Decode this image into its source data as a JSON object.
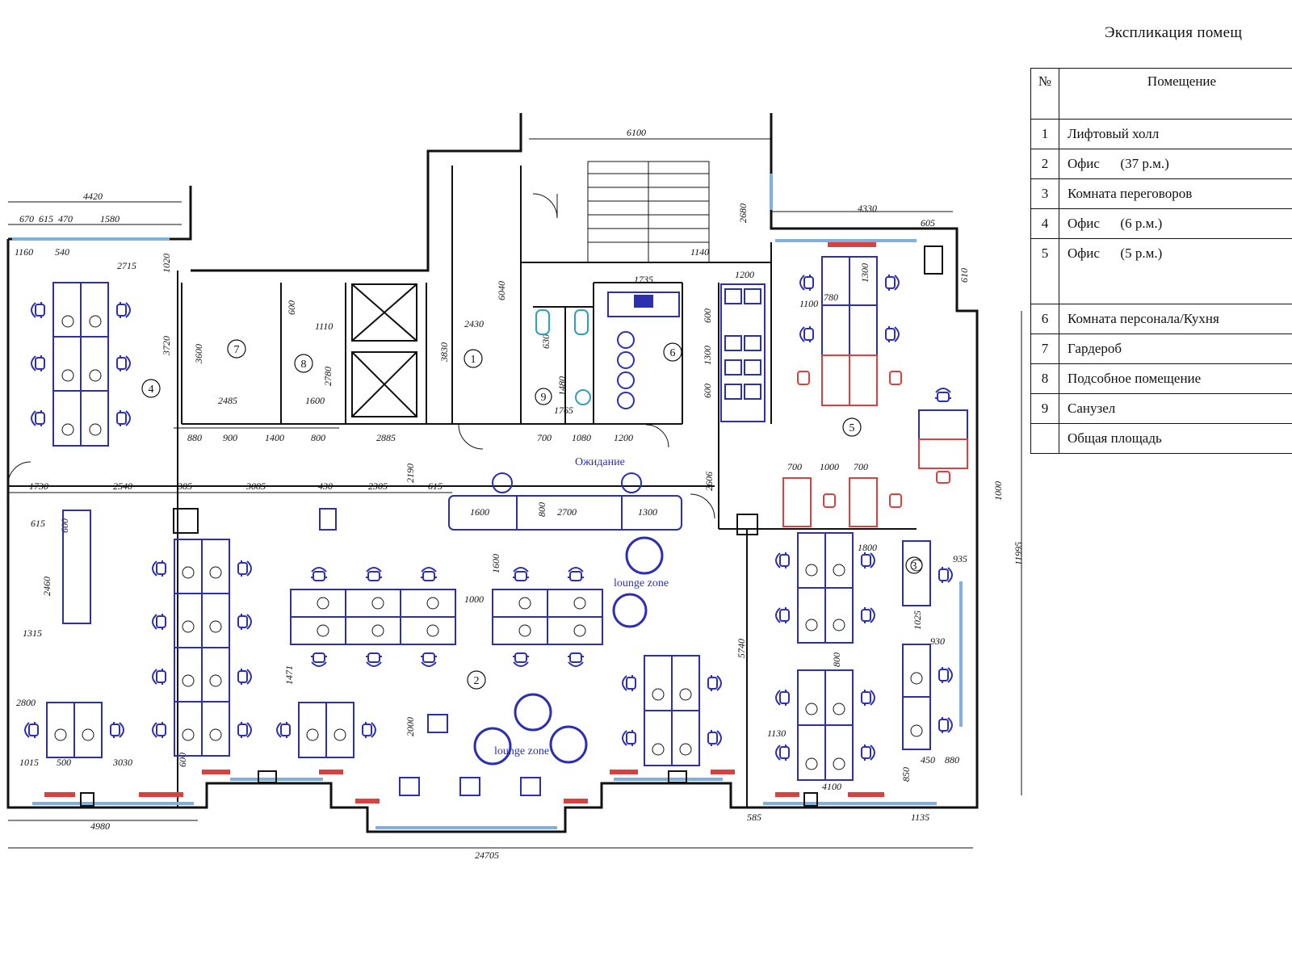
{
  "legend": {
    "title": "Экспликация помещ",
    "header": {
      "num": "№",
      "room": "Помещение"
    },
    "rows": [
      {
        "num": "1",
        "name": "Лифтовый холл"
      },
      {
        "num": "2",
        "name": "Офис      (37 р.м.)"
      },
      {
        "num": "3",
        "name": "Комната переговоров"
      },
      {
        "num": "4",
        "name": "Офис      (6 р.м.)"
      },
      {
        "num": "5",
        "name": "Офис      (5 р.м.)"
      },
      {
        "num": "6",
        "name": "Комната персонала/Кухня"
      },
      {
        "num": "7",
        "name": "Гардероб"
      },
      {
        "num": "8",
        "name": "Подсобное помещение"
      },
      {
        "num": "9",
        "name": "Санузел"
      },
      {
        "num": "",
        "name": "Общая площадь"
      }
    ]
  },
  "plan": {
    "labels": {
      "reception": "Ожидание",
      "lounge_top": "lounge zone",
      "lounge_bottom": "lounge zone"
    },
    "room_numbers": [
      "1",
      "2",
      "3",
      "4",
      "5",
      "6",
      "7",
      "8",
      "9"
    ],
    "dimensions": {
      "top_6100": "6100",
      "left_4420": "4420",
      "left_670": "670",
      "left_615": "615",
      "left_470": "470",
      "left_1580": "1580",
      "left_2715": "2715",
      "left_1160": "1160",
      "left_540": "540",
      "left_3720": "3720",
      "left_1020": "1020",
      "r7_3600": "3600",
      "r7_2485": "2485",
      "r8_600": "600",
      "r8_1110": "1110",
      "r8_1600": "1600",
      "r8_2780": "2780",
      "hall_2430": "2430",
      "hall_3830": "3830",
      "hall_6040": "6040",
      "stairs_2680": "2680",
      "k_1140": "1140",
      "k_1735": "1735",
      "k_1200": "1200",
      "k_600a": "600",
      "k_1300": "1300",
      "k_600b": "600",
      "wc_630": "630",
      "wc_1480": "1480",
      "wc_1765": "1765",
      "right_4330": "4330",
      "right_605": "605",
      "right_610": "610",
      "right_1100": "1100",
      "right_780": "780",
      "right_1300": "1300",
      "right_700a": "700",
      "right_1000": "1000",
      "right_700b": "700",
      "right_1000v": "1000",
      "right_11995": "11995",
      "doors_880": "880",
      "doors_900": "900",
      "doors_1400": "1400",
      "doors_800": "800",
      "doors_2885": "2885",
      "doors_700": "700",
      "doors_1080": "1080",
      "doors_1200": "1200",
      "mid_1730": "1730",
      "mid_2540": "2540",
      "mid_385": "385",
      "mid_3085": "3085",
      "mid_430": "430",
      "mid_2305": "2305",
      "mid_615": "615",
      "mid_2190": "2190",
      "mid_2606": "2606",
      "sofa_1600": "1600",
      "sofa_2700": "2700",
      "sofa_1300": "1300",
      "sofa_800": "800",
      "l_615": "615",
      "l_600": "600",
      "l_2460": "2460",
      "l_1315": "1315",
      "ws_1600": "1600",
      "ws_1000": "1000",
      "ws_1471": "1471",
      "ws_5740": "5740",
      "ws_1800": "1800",
      "r_1800": "1800",
      "r_935": "935",
      "r_1025": "1025",
      "r_930": "930",
      "r_800": "800",
      "r_1130": "1130",
      "r_4100": "4100",
      "r_850": "850",
      "r_450": "450",
      "r_880": "880",
      "r_585": "585",
      "r_1135": "1135",
      "b_1015": "1015",
      "b_3030": "3030",
      "b_500": "500",
      "b_4980": "4980",
      "b_24705": "24705",
      "bl_2800": "2800",
      "bl_600": "600",
      "lz_2000": "2000"
    }
  }
}
